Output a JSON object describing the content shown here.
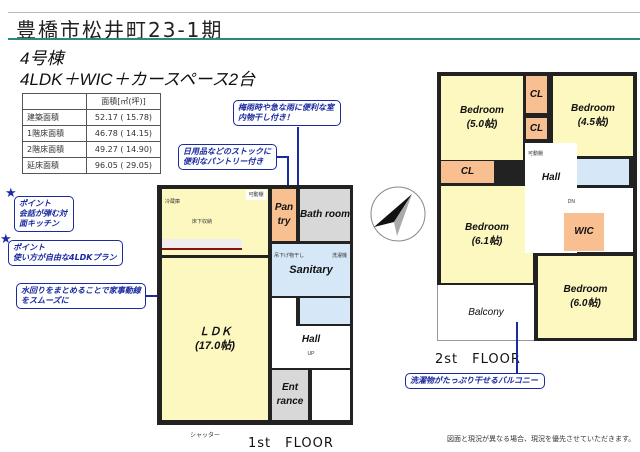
{
  "header": {
    "title": "豊橋市松井町23-1期",
    "building": "4号棟",
    "plan": "4LDK＋WIC＋カースペース2台"
  },
  "area_table": {
    "header": "面積[㎡(坪)]",
    "rows": [
      {
        "label": "建築面積",
        "value": "52.17 ( 15.78)"
      },
      {
        "label": "1階床面積",
        "value": "46.78 ( 14.15)"
      },
      {
        "label": "2階床面積",
        "value": "49.27 ( 14.90)"
      },
      {
        "label": "延床面積",
        "value": "96.05 ( 29.05)"
      }
    ]
  },
  "callouts": {
    "drying": "梅雨時や急な雨に便利な室内物干し付き！",
    "pantry": "日用品などのストックに便利なパントリー付き",
    "point1_title": "ポイント",
    "point1": "会話が弾む対面キッチン",
    "point2_title": "ポイント",
    "point2": "使い方が自由な4LDKプラン",
    "water": "水回りをまとめることで家事動線をスムーズに",
    "balcony": "洗濯物がたっぷり干せるバルコニー"
  },
  "floor1": {
    "label": "1st　FLOOR",
    "ldk": "ＬＤＫ",
    "ldk_size": "(17.0帖)",
    "pantry": "Pan try",
    "bath": "Bath room",
    "sanitary": "Sanitary",
    "hall": "Hall",
    "up": "UP",
    "entrance": "Ent rance",
    "fridge": "冷蔵庫",
    "shelf": "可動棚",
    "floor_storage": "床下収納",
    "hanger": "吊下げ物干し",
    "washer": "洗濯機",
    "shutter": "シャッター"
  },
  "floor2": {
    "label": "2st　FLOOR",
    "bed1": "Bedroom",
    "bed1_size": "(5.0帖)",
    "bed2": "Bedroom",
    "bed2_size": "(4.5帖)",
    "bed3": "Bedroom",
    "bed3_size": "(6.1帖)",
    "bed4": "Bedroom",
    "bed4_size": "(6.0帖)",
    "cl": "CL",
    "wic": "WIC",
    "hall": "Hall",
    "dn": "DN",
    "shelf": "可動棚",
    "balcony": "Balcony"
  },
  "footer": {
    "note": "図面と現況が異なる場合、現況を優先させていただきます。"
  }
}
